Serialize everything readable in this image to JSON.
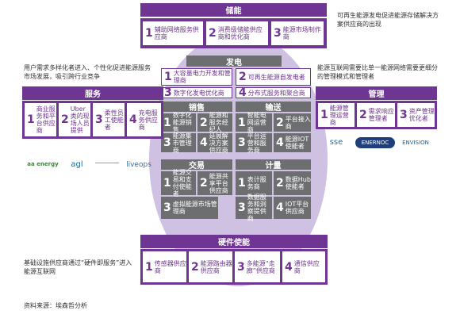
{
  "storage": {
    "title": "储能",
    "items": [
      {
        "num": "1",
        "label": "辅助网络服务供应商"
      },
      {
        "num": "2",
        "label": "消费级储能供应商和优化商"
      },
      {
        "num": "3",
        "label": "能源市场制作商"
      }
    ]
  },
  "generation": {
    "title": "发电",
    "items": [
      {
        "num": "1",
        "label": "大容量电力开发和管理商"
      },
      {
        "num": "2",
        "label": "可再生能源自发电者"
      },
      {
        "num": "3",
        "label": "数字化发电优化商"
      },
      {
        "num": "4",
        "label": "分布式服务和聚合商"
      }
    ]
  },
  "sales": {
    "title": "销售",
    "items": [
      {
        "num": "1",
        "label": "数字化能源销售"
      },
      {
        "num": "2",
        "label": "能源和服务经纪人"
      },
      {
        "num": "3",
        "label": "能源集市管理商"
      },
      {
        "num": "4",
        "label": "延展解决方案供应商"
      }
    ]
  },
  "transmission": {
    "title": "输送",
    "items": [
      {
        "num": "1",
        "label": "智能电网运营商"
      },
      {
        "num": "2",
        "label": "平台接入商"
      },
      {
        "num": "3",
        "label": "平台运营和服务商"
      },
      {
        "num": "4",
        "label": "能源IOT使能者"
      }
    ]
  },
  "trading": {
    "title": "交易",
    "items": [
      {
        "num": "1",
        "label": "能源交易和支付使能者"
      },
      {
        "num": "2",
        "label": "能源共享平台供应商"
      },
      {
        "num": "3",
        "label": "虚拟能源市场管理商"
      }
    ]
  },
  "metering": {
    "title": "计量",
    "items": [
      {
        "num": "1",
        "label": "表计服务商"
      },
      {
        "num": "2",
        "label": "数据Hub使能者"
      },
      {
        "num": "3",
        "label": "数据服务和洞察提供商"
      },
      {
        "num": "4",
        "label": "IOT平台供应商"
      }
    ]
  },
  "service": {
    "title": "服务",
    "items": [
      {
        "num": "1",
        "label": "商业服务和平台供应商"
      },
      {
        "num": "2",
        "label": "Uber类的现场人员提供"
      },
      {
        "num": "3",
        "label": "柔性员工使能者"
      },
      {
        "num": "4",
        "label": "充电服务供应商"
      }
    ],
    "logos": [
      "aa energy",
      "agl",
      "",
      "liveops"
    ]
  },
  "management": {
    "title": "管理",
    "items": [
      {
        "num": "1",
        "label": "能源管理运营商"
      },
      {
        "num": "2",
        "label": "需求响应管理者"
      },
      {
        "num": "3",
        "label": "资产管理优化者"
      }
    ],
    "logos": [
      "sse",
      "ENERNOC",
      "ENVISION"
    ]
  },
  "hardware": {
    "title": "硬件使能",
    "items": [
      {
        "num": "1",
        "label": "传感器供应商"
      },
      {
        "num": "2",
        "label": "能源路由器供应商"
      },
      {
        "num": "3",
        "label": "多能源“走廊”供应商"
      },
      {
        "num": "4",
        "label": "通信供应商"
      }
    ]
  },
  "notes": {
    "top_right": "可再生能源发电促进能源存储解决方案供应商的出现",
    "left_mid": "用户需求多样化者进入、个性化促进能源服务市场发展，吸引跨行业竞争",
    "right_mid": "能源互联网需要比单一能源网络需要更细分的管理模式和管理者",
    "bottom_left": "基础设施供应商通过“硬件即服务”进入能源互联网"
  },
  "source": "资料来源：埃森哲分析",
  "colors": {
    "purple": "#6f3592",
    "gray": "#6d6e70",
    "light": "#cfc1e2"
  }
}
